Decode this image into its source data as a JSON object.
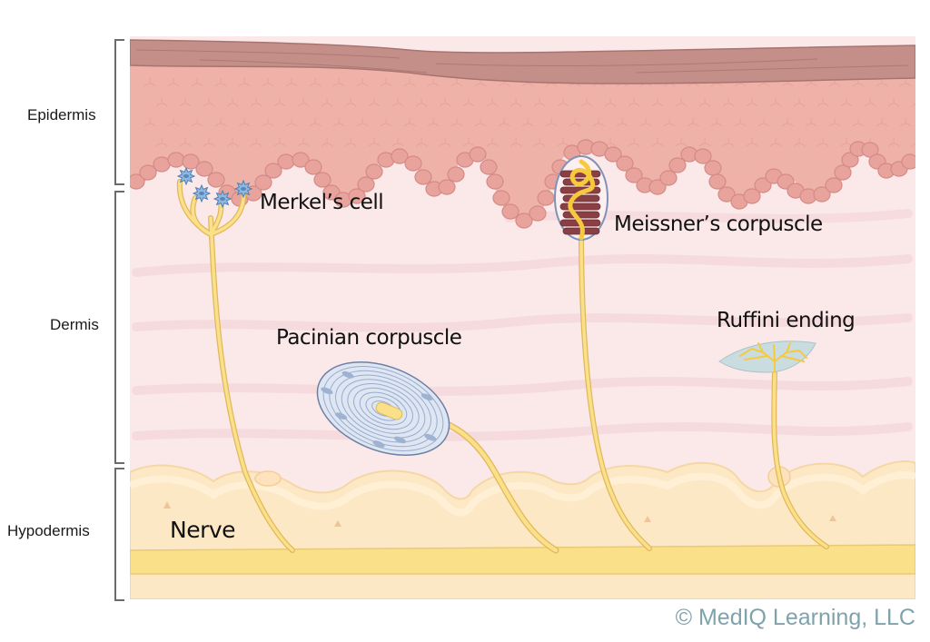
{
  "figure": {
    "title": "Skin mechanoreceptors",
    "layers": [
      {
        "id": "epidermis",
        "label": "Epidermis"
      },
      {
        "id": "dermis",
        "label": "Dermis"
      },
      {
        "id": "hypodermis",
        "label": "Hypodermis"
      }
    ],
    "structures": {
      "merkel": "Merkel’s cell",
      "meissner": "Meissner’s corpuscle",
      "pacinian": "Pacinian corpuscle",
      "ruffini": "Ruffini ending",
      "nerve": "Nerve"
    },
    "colors": {
      "stratum_corneum": "#c48f88",
      "epidermis": "#eeb2a9",
      "basal_cells": "#e8a39d",
      "dermis": "#fbe9ea",
      "hypodermis": "#fde8c6",
      "nerve": "#fbe08a",
      "nerve_outline": "#e0b85c",
      "merkel_cell": "#8db8e0",
      "meissner_capsule": "#8a3f44",
      "pacinian_capsule": "#dde6f2",
      "ruffini_capsule": "#c9dde0",
      "copyright": "#7fa2ad"
    },
    "copyright": "© MedIQ Learning, LLC"
  }
}
